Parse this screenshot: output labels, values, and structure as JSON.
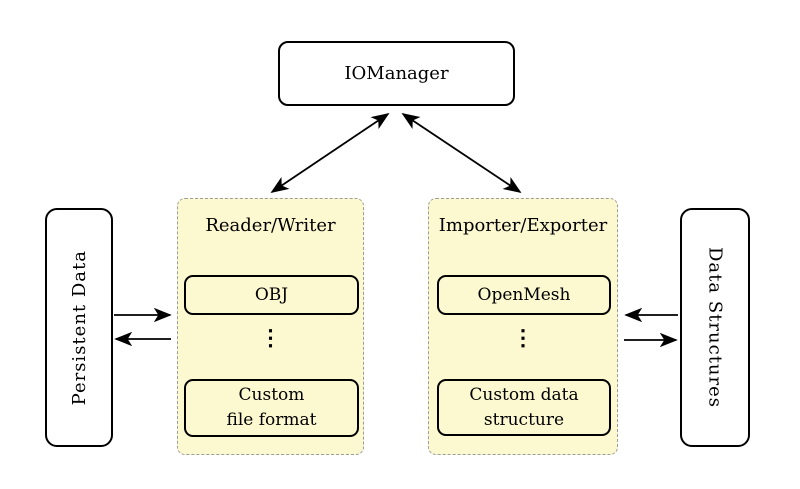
{
  "diagram": {
    "nodes": {
      "iomanager": "IOManager",
      "persistent_data": "Persistent Data",
      "data_structures": "Data Structures"
    },
    "groups": {
      "reader_writer": {
        "label": "Reader/Writer",
        "item_top": "OBJ",
        "ellipsis": "⋮",
        "item_bottom": "Custom\nfile format"
      },
      "importer_exporter": {
        "label": "Importer/Exporter",
        "item_top": "OpenMesh",
        "ellipsis": "⋮",
        "item_bottom": "Custom data\nstructure"
      }
    },
    "colors": {
      "container_fill": "#FCF8CF",
      "container_border": "#9C9C9C",
      "node_border": "#000000",
      "background": "#FFFFFF",
      "arrow": "#000000"
    },
    "arrows": [
      "iomanager-to-reader-writer-bidirectional",
      "iomanager-to-importer-exporter-bidirectional",
      "persistent-data-to-reader-writer",
      "reader-writer-to-persistent-data",
      "data-structures-to-importer-exporter",
      "importer-exporter-to-data-structures"
    ]
  }
}
